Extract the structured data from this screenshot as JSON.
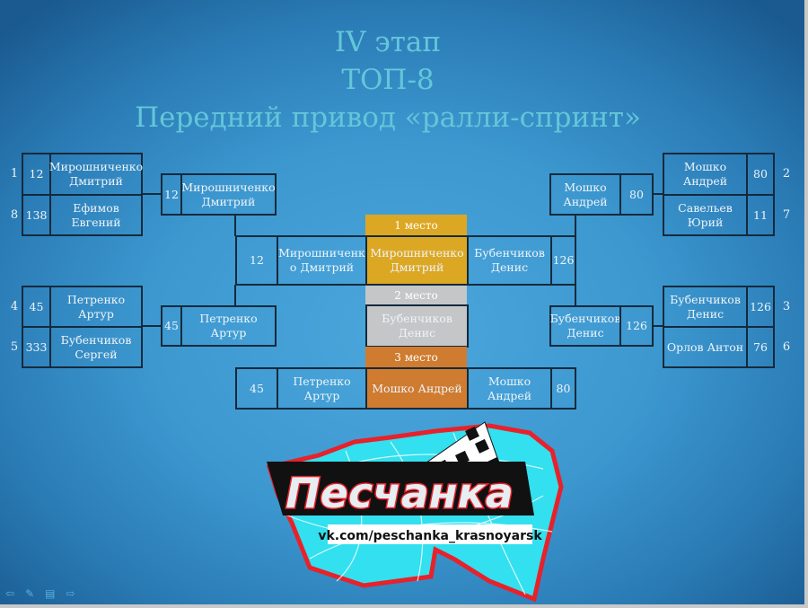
{
  "title": {
    "line1": "IV этап",
    "line2": "ТОП-8",
    "line3": "Передний  привод «ралли-спринт»"
  },
  "left": {
    "r1": [
      {
        "seed": "1",
        "score": "12",
        "name": "Мирошниченко Дмитрий"
      },
      {
        "seed": "8",
        "score": "138",
        "name": "Ефимов Евгений"
      },
      {
        "seed": "4",
        "score": "45",
        "name": "Петренко Артур"
      },
      {
        "seed": "5",
        "score": "333",
        "name": "Бубенчиков Сергей"
      }
    ],
    "r2": [
      {
        "score": "12",
        "name": "Мирошниченко Дмитрий"
      },
      {
        "score": "45",
        "name": "Петренко Артур"
      }
    ]
  },
  "right": {
    "r1": [
      {
        "seed": "2",
        "score": "80",
        "name": "Мошко Андрей"
      },
      {
        "seed": "7",
        "score": "11",
        "name": "Савельев Юрий"
      },
      {
        "seed": "3",
        "score": "126",
        "name": "Бубенчиков Денис"
      },
      {
        "seed": "6",
        "score": "76",
        "name": "Орлов Антон"
      }
    ],
    "r2": [
      {
        "score": "80",
        "name": "Мошко Андрей"
      },
      {
        "score": "126",
        "name": "Бубенчиков Денис"
      }
    ]
  },
  "final": {
    "left_score": "12",
    "left_name": "Мирошниченк о Дмитрий",
    "right_name": "Бубенчиков Денис",
    "right_score": "126"
  },
  "bronze_match": {
    "left_score": "45",
    "left_name": "Петренко Артур",
    "right_name": "Мошко Андрей",
    "right_score": "80"
  },
  "places": [
    {
      "label": "1 место",
      "name": "Мирошниченко Дмитрий",
      "color": "#dca723"
    },
    {
      "label": "2 место",
      "name": "Бубенчиков Денис",
      "color": "#c4c6c8"
    },
    {
      "label": "3 место",
      "name": "Мошко Андрей",
      "color": "#cf7b30"
    }
  ],
  "logo": {
    "name": "Песчанка",
    "url": "vk.com/peschanka_krasnoyarsk"
  }
}
